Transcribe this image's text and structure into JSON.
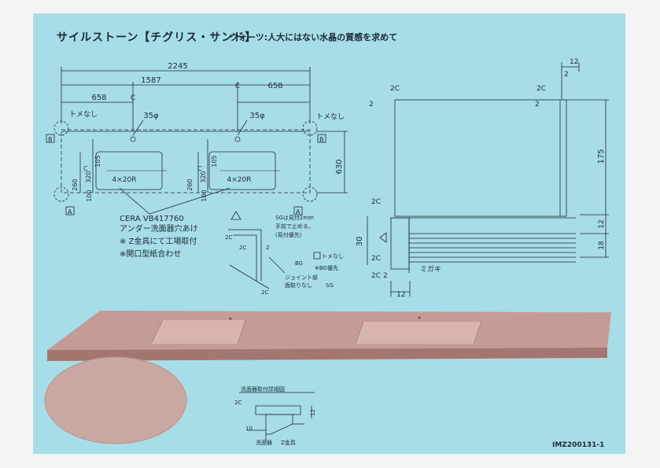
{
  "sheet": {
    "title": "サイルストーン【チグリス・サンド】",
    "subtitle": "クォーツ:人大にはない水晶の質感を求めて",
    "drawing_no": "IMZ200131-1"
  },
  "plan": {
    "dim_overall": "2245",
    "dim_center": "1587",
    "dim_left": "658",
    "dim_right": "658",
    "center_mark": "C",
    "hole_left": "35φ",
    "hole_right": "35φ",
    "corner_left": "トメなし",
    "corner_right": "トメなし",
    "depth": "630",
    "bowl_radius_left": "4×20R",
    "bowl_radius_right": "4×20R",
    "dim_105_left": "105",
    "dim_105_right": "105",
    "dim_320_left": "320",
    "dim_320_right": "320",
    "dim_260_left": "260",
    "dim_260_mid": "260",
    "dim_100_left": "100",
    "dim_100_right": "100",
    "c_left": "C",
    "c_right": "C",
    "tag_a": "A",
    "tag_b": "B"
  },
  "notes": {
    "model": "CERA VB417760",
    "line1": "アンダー洗面器穴あけ",
    "line2": "※ Z金具にて工場取付",
    "line3": "※開口型紙合わせ"
  },
  "section": {
    "dim_12_top": "12",
    "dim_2_top": "2",
    "dim_2c_left": "2C",
    "dim_2c_right": "2C",
    "dim_2_left": "2",
    "dim_2_right": "2",
    "dim_175": "175",
    "dim_12_right": "12",
    "dim_18": "18",
    "dim_30": "30",
    "dim_2c_a": "2C",
    "dim_2c_b": "2C",
    "dim_2c_c": "2C",
    "dim_2_b": "2",
    "dim_12_bottom": "12",
    "migaki": "ミガキ"
  },
  "detail_small": {
    "note1": "SGは見付2mm",
    "note2": "手前で止める。",
    "note3": "(見付優先)",
    "tome": "トメなし",
    "bg": "BG",
    "bg_priority": "※BG優先",
    "joint1": "ジョイント部",
    "joint2": "面取りなし",
    "sg": "SG",
    "c2": "2C",
    "c2b": "2C",
    "c2c": "2C",
    "d2": "2"
  },
  "basin_detail": {
    "title": "洗面器取付詳細図",
    "chamfer": "2C",
    "dim_10": "10",
    "dim_12": "12",
    "basin": "洗面器",
    "bracket": "Z金具"
  }
}
